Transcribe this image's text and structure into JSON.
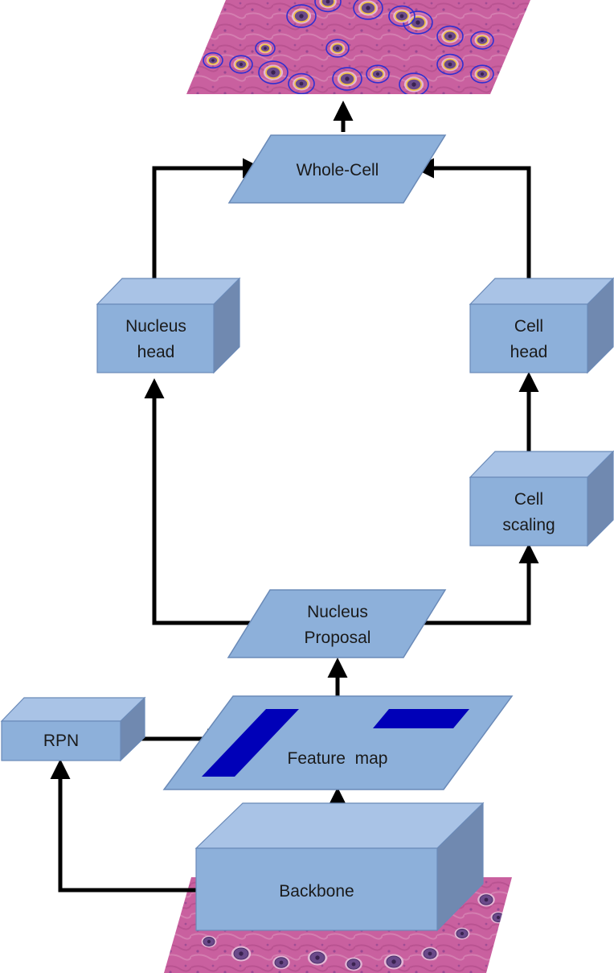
{
  "diagram": {
    "nodes": {
      "whole_cell": {
        "label": "Whole-Cell"
      },
      "nucleus_head": {
        "line1": "Nucleus",
        "line2": "head"
      },
      "cell_head": {
        "line1": "Cell",
        "line2": "head"
      },
      "cell_scaling": {
        "line1": "Cell",
        "line2": "scaling"
      },
      "nucleus_proposal": {
        "line1": "Nucleus",
        "line2": "Proposal"
      },
      "rpn": {
        "label": "RPN"
      },
      "feature_map": {
        "label": "Feature  map"
      },
      "backbone": {
        "label": "Backbone"
      }
    },
    "images": {
      "output": "segmented histology tile with nucleus and cell contours",
      "input": "H&E histology tile"
    },
    "colors": {
      "box_front": "#8db0da",
      "box_top": "#a9c3e6",
      "box_side": "#7089b0",
      "box_stroke": "#6a8ab8",
      "proposal_rect": "#0000b8",
      "arrow": "#000000",
      "tissue_pink": "#c9609f",
      "nucleus_contour": "#f0c040",
      "cell_contour": "#3030d0"
    }
  }
}
